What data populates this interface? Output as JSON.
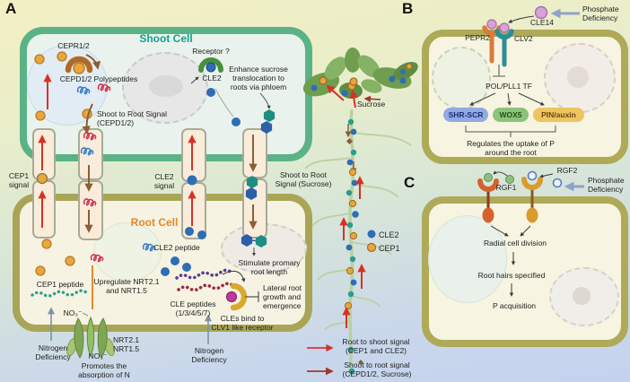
{
  "panel_a": {
    "label": "A",
    "shoot_cell": {
      "title": "Shoot Cell",
      "cepr": "CEPR1/2",
      "cepd_polypeptides": "CEPD1/2 Polypeptides",
      "shoot_to_root_cepd": "Shoot to Root Signal\n(CEPD1/2)",
      "receptor_q": "Receptor ?",
      "cle2": "CLE2",
      "enhance_sucrose": "Enhance sucrose\ntranslocation to\nroots via phloem"
    },
    "vessel_labels": {
      "cep1_signal": "CEP1\nsignal",
      "cle2_signal": "CLE2\nsignal",
      "shoot_to_root_sucrose": "Shoot to Root\nSignal (Sucrose)"
    },
    "root_cell": {
      "title": "Root Cell",
      "cep1_peptide": "CEP1 peptide",
      "upregulate": "Upregulate NRT2.1\nand NRT1.5",
      "no3_upper": "NO₃⁻",
      "nrt_channel": "NRT2.1\nNRT1.5",
      "no3_lower": "NO₃⁻",
      "promotes": "Promotes the\nabsorption of N",
      "nitrogen_deficiency_left": "Nitrogen\nDeficiency",
      "cle2_peptide": "CLE2 peptide",
      "stimulate": "Stimulate promary\nroot length",
      "cle_peptides": "CLE peptides\n(1/3/4/5/7)",
      "cles_bind": "CLEs bind to\nCLV1 like receptor",
      "lateral_root": "Lateral root\ngrowth and\nemergence",
      "nitrogen_deficiency_mid": "Nitrogen\nDeficiency"
    },
    "plant": {
      "sucrose": "Sucrose",
      "cle2": "CLE2",
      "cep1": "CEP1"
    },
    "legend": [
      {
        "arrow_color": "#e03434",
        "text": "Root to shoot signal\n(CEP1 and CLE2)"
      },
      {
        "arrow_color": "#9c3b2a",
        "text": "Shoot to root signal\n(CEPD1/2, Sucrose)"
      }
    ]
  },
  "panel_b": {
    "label": "B",
    "cle14": "CLE14",
    "phosphate_deficiency": "Phosphate\nDeficiency",
    "pepr2": "PEPR2",
    "clv2": "CLV2",
    "pol_pll1": "POL/PLL1 TF",
    "nodes": [
      {
        "text": "SHR-SCR",
        "color": "#93a9e2"
      },
      {
        "text": "WOX5",
        "color": "#8cc37b"
      },
      {
        "text": "PIN/auxin",
        "color": "#edc45f"
      }
    ],
    "regulates": "Regulates the uptake of P\naround the root"
  },
  "panel_c": {
    "label": "C",
    "rgf1": "RGF1",
    "rgf2": "RGF2",
    "phosphate_deficiency": "Phosphate\nDeficiency",
    "radial": "Radial cell division",
    "root_hairs": "Root hairs specified",
    "p_acquisition": "P acquisition"
  },
  "colors": {
    "shoot_border": "#5cb287",
    "shoot_title": "#13a08d",
    "root_border": "#a9a556",
    "root_title": "#e5862b",
    "red_arrow": "#d93025",
    "brown_arrow": "#8b5e34",
    "legend_dark_arrow": "#9c3b2a",
    "orange_peptide": "#e8a63e",
    "blue_peptide": "#2f6db5",
    "teal_hexagon": "#1b8f82",
    "cle14_pink": "#d7a2d8",
    "pepr2_orange": "#d87c3a",
    "clv2_teal": "#2a8f96",
    "rgf1_receptor": "#d4622e",
    "rgf2_receptor": "#d99a2e",
    "phosphate_arrow": "#8fa3c8",
    "channel_green": "#7fa653"
  },
  "icons": {
    "cepr_receptor": "arch-receptor-icon",
    "cle2_receptor": "arch-receptor-icon",
    "clv1_like_receptor": "crescent-receptor-icon",
    "nrt_transporter": "membrane-channel-icon",
    "sucrose_unit": "hexagon-icon",
    "peptide_dot": "circle-icon",
    "polypeptide": "scribble-icon",
    "cle_peptide_chain": "bead-chain-icon"
  }
}
